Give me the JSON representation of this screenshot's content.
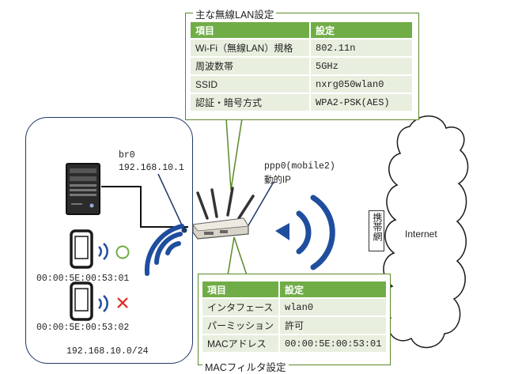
{
  "wireless_lan": {
    "title": "主な無線LAN設定",
    "headers": [
      "項目",
      "設定"
    ],
    "rows": [
      [
        "Wi-Fi（無線LAN）規格",
        "802.11n"
      ],
      [
        "周波数帯",
        "5GHz"
      ],
      [
        "SSID",
        "nxrg050wlan0"
      ],
      [
        "認証・暗号方式",
        "WPA2-PSK(AES)"
      ]
    ]
  },
  "mac_filter": {
    "title": "MACフィルタ設定",
    "headers": [
      "項目",
      "設定"
    ],
    "rows": [
      [
        "インタフェース",
        "wlan0"
      ],
      [
        "パーミッション",
        "許可"
      ],
      [
        "MACアドレス",
        "00:00:5E:00:53:01"
      ]
    ]
  },
  "lan": {
    "bridge_name": "br0",
    "bridge_ip": "192.168.10.1",
    "network": "192.168.10.0/24",
    "devices": [
      {
        "mac": "00:00:5E:00:53:01",
        "status_icon": "circle-icon",
        "status_color": "#70ad47"
      },
      {
        "mac": "00:00:5E:00:53:02",
        "status_icon": "cross-icon",
        "status_color": "#e0261b"
      }
    ]
  },
  "wan": {
    "interface": "ppp0(mobile2)",
    "ip_mode": "動的IP",
    "carrier_label": "携帯網",
    "internet_label": "Internet"
  },
  "colors": {
    "accent_green": "#70ad47",
    "border_green": "#5b8a2a",
    "navy": "#1f3864",
    "wifi_blue": "#1f4e9e"
  }
}
